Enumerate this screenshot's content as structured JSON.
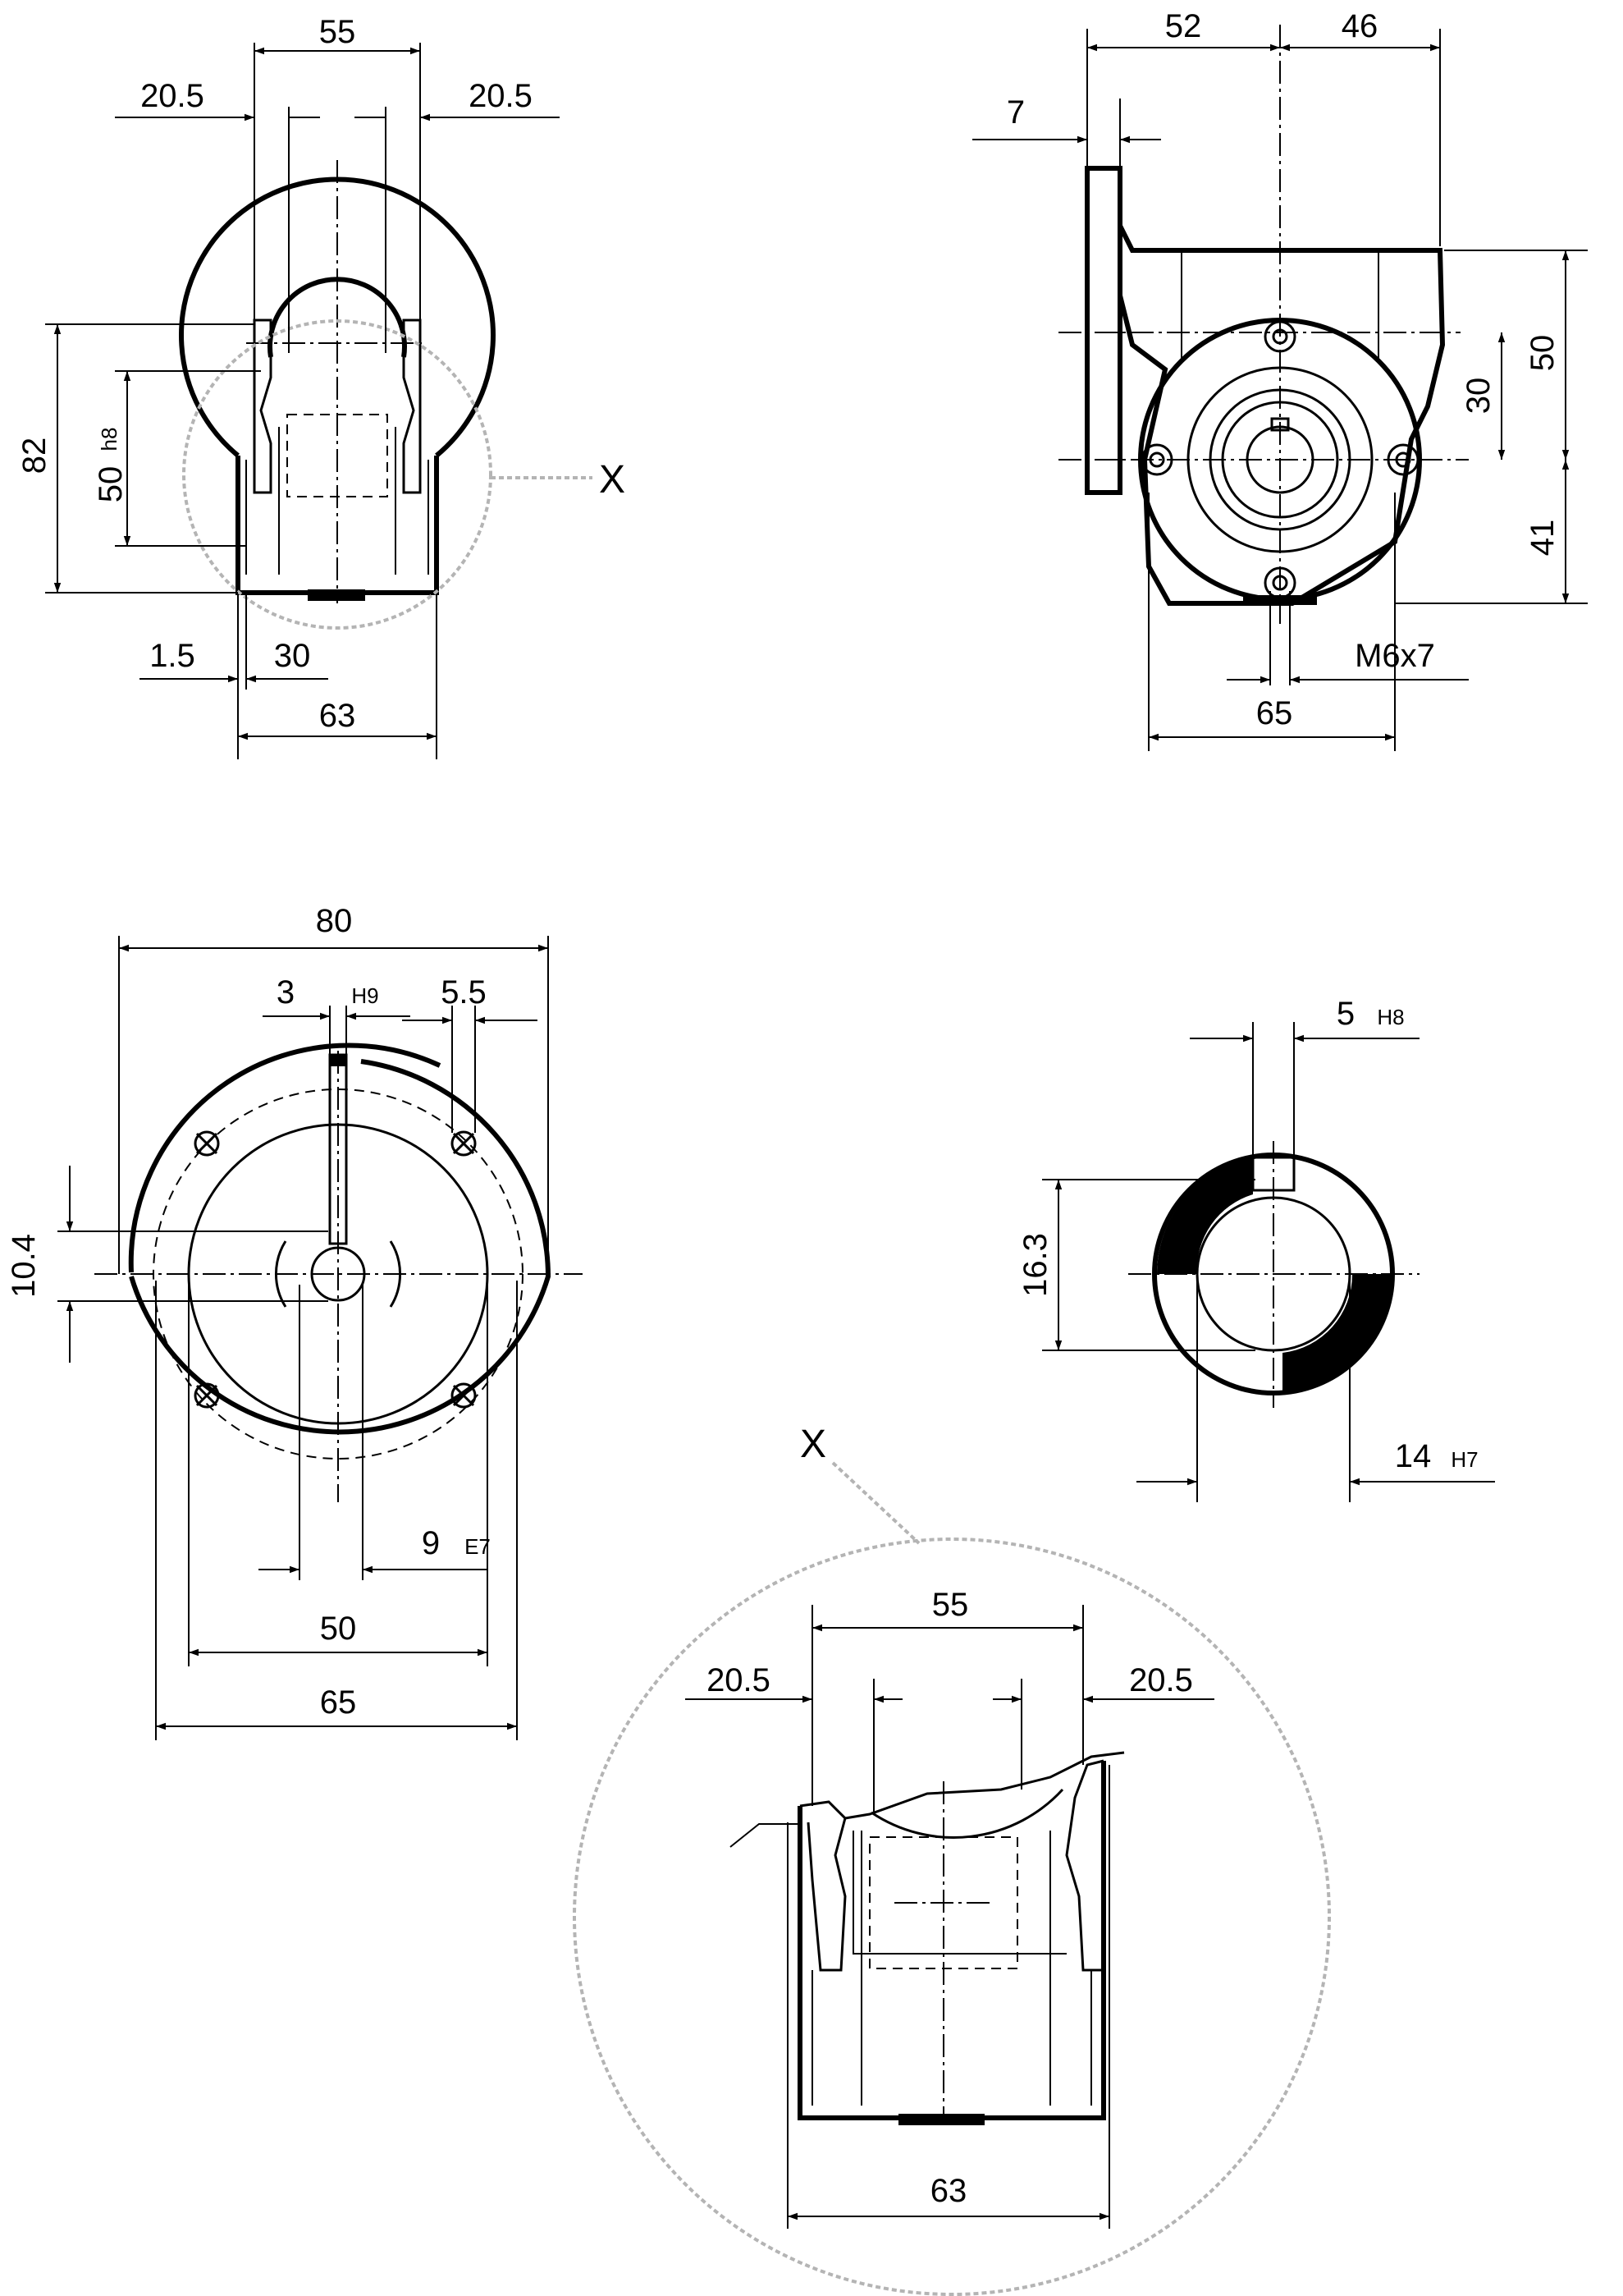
{
  "view_front": {
    "dim_top": "55",
    "dim_left_offset": "20.5",
    "dim_right_offset": "20.5",
    "dim_height": "82",
    "dim_pilot": "50",
    "dim_pilot_tol": "h8",
    "dim_flange_step": "1.5",
    "dim_hub": "30",
    "dim_width": "63",
    "detail_marker": "X"
  },
  "view_side": {
    "dim_52": "52",
    "dim_46": "46",
    "dim_7": "7",
    "dim_50": "50",
    "dim_30": "30",
    "dim_41": "41",
    "dim_thread": "M6x7",
    "dim_65": "65"
  },
  "view_flange": {
    "dim_80": "80",
    "dim_key": "3",
    "dim_key_tol": "H9",
    "dim_hole": "5.5",
    "dim_height": "10.4",
    "dim_bore": "9",
    "dim_bore_tol": "E7",
    "dim_50": "50",
    "dim_65": "65"
  },
  "view_bore": {
    "dim_keyway": "5",
    "dim_keyway_tol": "H8",
    "dim_depth": "16.3",
    "dim_bore": "14",
    "dim_bore_tol": "H7"
  },
  "detail_x": {
    "title": "X",
    "dim_top": "55",
    "dim_left": "20.5",
    "dim_right": "20.5",
    "dim_width": "63"
  }
}
